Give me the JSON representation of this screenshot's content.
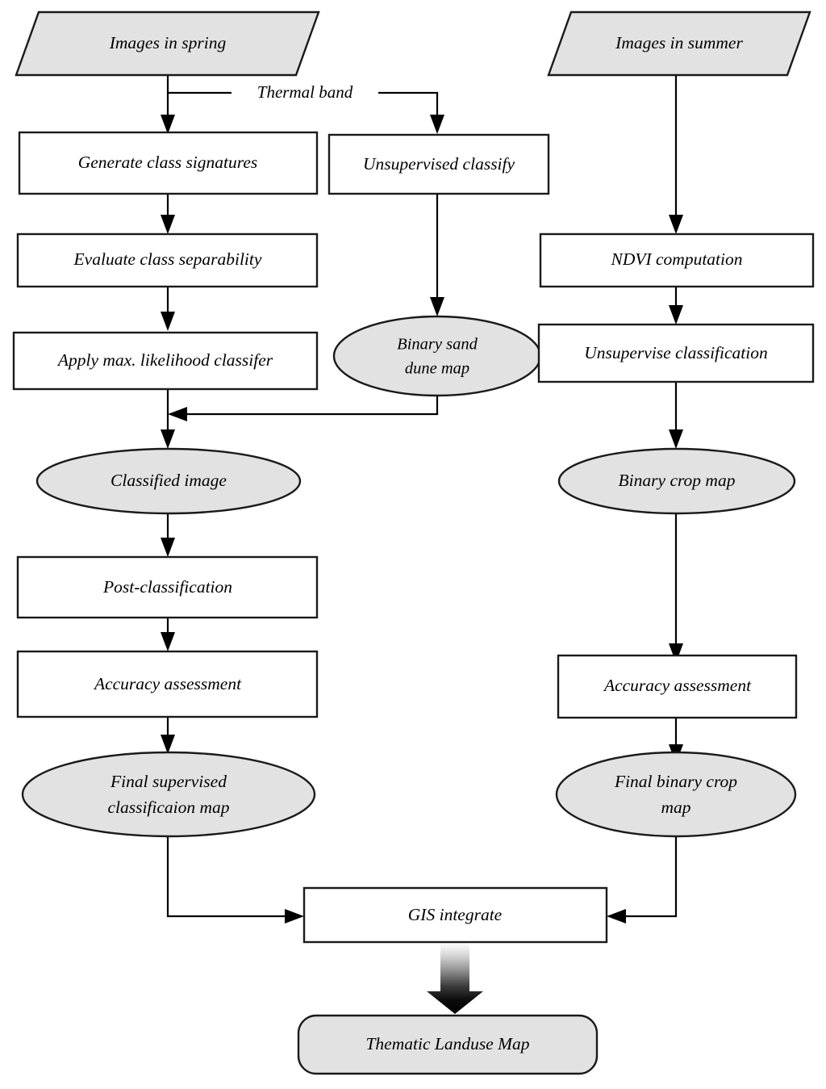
{
  "diagram": {
    "title": "Landuse classification workflow flowchart",
    "colors": {
      "shape_fill_gray": "#e2e2e2",
      "shape_fill_white": "#ffffff",
      "stroke": "#1a1a1a",
      "background": "#ffffff",
      "arrow": "#000000"
    },
    "nodes": [
      {
        "id": "images-spring",
        "shape": "parallelogram",
        "fill": "gray",
        "lines": [
          "Images in spring"
        ]
      },
      {
        "id": "images-summer",
        "shape": "parallelogram",
        "fill": "gray",
        "lines": [
          "Images in summer"
        ]
      },
      {
        "id": "generate-signatures",
        "shape": "rectangle",
        "fill": "white",
        "lines": [
          "Generate class signatures"
        ]
      },
      {
        "id": "unsupervised-classify",
        "shape": "rectangle",
        "fill": "white",
        "lines": [
          "Unsupervised classify"
        ]
      },
      {
        "id": "evaluate-separability",
        "shape": "rectangle",
        "fill": "white",
        "lines": [
          "Evaluate class separability"
        ]
      },
      {
        "id": "ndvi-computation",
        "shape": "rectangle",
        "fill": "white",
        "lines": [
          "NDVI computation"
        ]
      },
      {
        "id": "apply-ml-classifier",
        "shape": "rectangle",
        "fill": "white",
        "lines": [
          "Apply max. likelihood classifer"
        ]
      },
      {
        "id": "binary-sand-dune-map",
        "shape": "ellipse",
        "fill": "gray",
        "lines": [
          "Binary sand",
          "dune map"
        ]
      },
      {
        "id": "unsupervise-classification",
        "shape": "rectangle",
        "fill": "white",
        "lines": [
          "Unsupervise classification"
        ]
      },
      {
        "id": "classified-image",
        "shape": "ellipse",
        "fill": "gray",
        "lines": [
          "Classified image"
        ]
      },
      {
        "id": "binary-crop-map",
        "shape": "ellipse",
        "fill": "gray",
        "lines": [
          "Binary crop map"
        ]
      },
      {
        "id": "post-classification",
        "shape": "rectangle",
        "fill": "white",
        "lines": [
          "Post-classification"
        ]
      },
      {
        "id": "accuracy-assessment-left",
        "shape": "rectangle",
        "fill": "white",
        "lines": [
          "Accuracy assessment"
        ]
      },
      {
        "id": "accuracy-assessment-right",
        "shape": "rectangle",
        "fill": "white",
        "lines": [
          "Accuracy assessment"
        ]
      },
      {
        "id": "final-supervised-map",
        "shape": "ellipse",
        "fill": "gray",
        "lines": [
          "Final supervised",
          "classificaion map"
        ]
      },
      {
        "id": "final-binary-crop-map",
        "shape": "ellipse",
        "fill": "gray",
        "lines": [
          "Final binary crop",
          "map"
        ]
      },
      {
        "id": "gis-integrate",
        "shape": "rectangle",
        "fill": "white",
        "lines": [
          "GIS integrate"
        ]
      },
      {
        "id": "thematic-landuse-map",
        "shape": "rounded-rectangle",
        "fill": "gray",
        "lines": [
          "Thematic Landuse  Map"
        ]
      }
    ],
    "edge_labels": [
      {
        "id": "thermal-band",
        "text": "Thermal band"
      }
    ]
  }
}
